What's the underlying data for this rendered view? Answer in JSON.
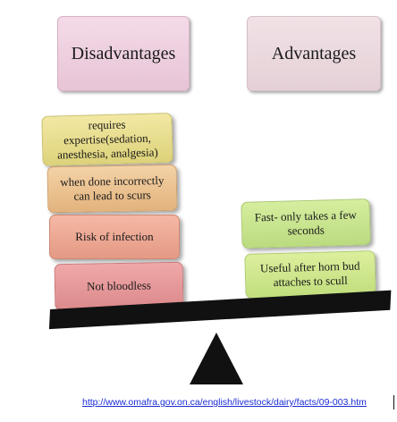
{
  "headers": {
    "disadvantages": "Disadvantages",
    "advantages": "Advantages"
  },
  "disadvantages": [
    "requires expertise(sedation, anesthesia, analgesia)",
    "when done incorrectly can lead to scurs",
    "Risk of infection",
    "Not bloodless"
  ],
  "advantages": [
    "Fast- only takes a few seconds",
    "Useful after horn bud attaches to scull"
  ],
  "source_url": "http://www.omafra.gov.on.ca/english/livestock/dairy/facts/09-003.htm",
  "colors": {
    "disadvantages_header": "#e7c4d6",
    "advantages_header": "#e4d0d6",
    "expertise_card": "#ddd27a",
    "scurs_card": "#e2b37d",
    "infection_card": "#e49a84",
    "bloodless_card": "#dc8a8c",
    "advantage_cards": "#c1de7d",
    "scale": "#111111",
    "link": "#1a2bd6"
  }
}
